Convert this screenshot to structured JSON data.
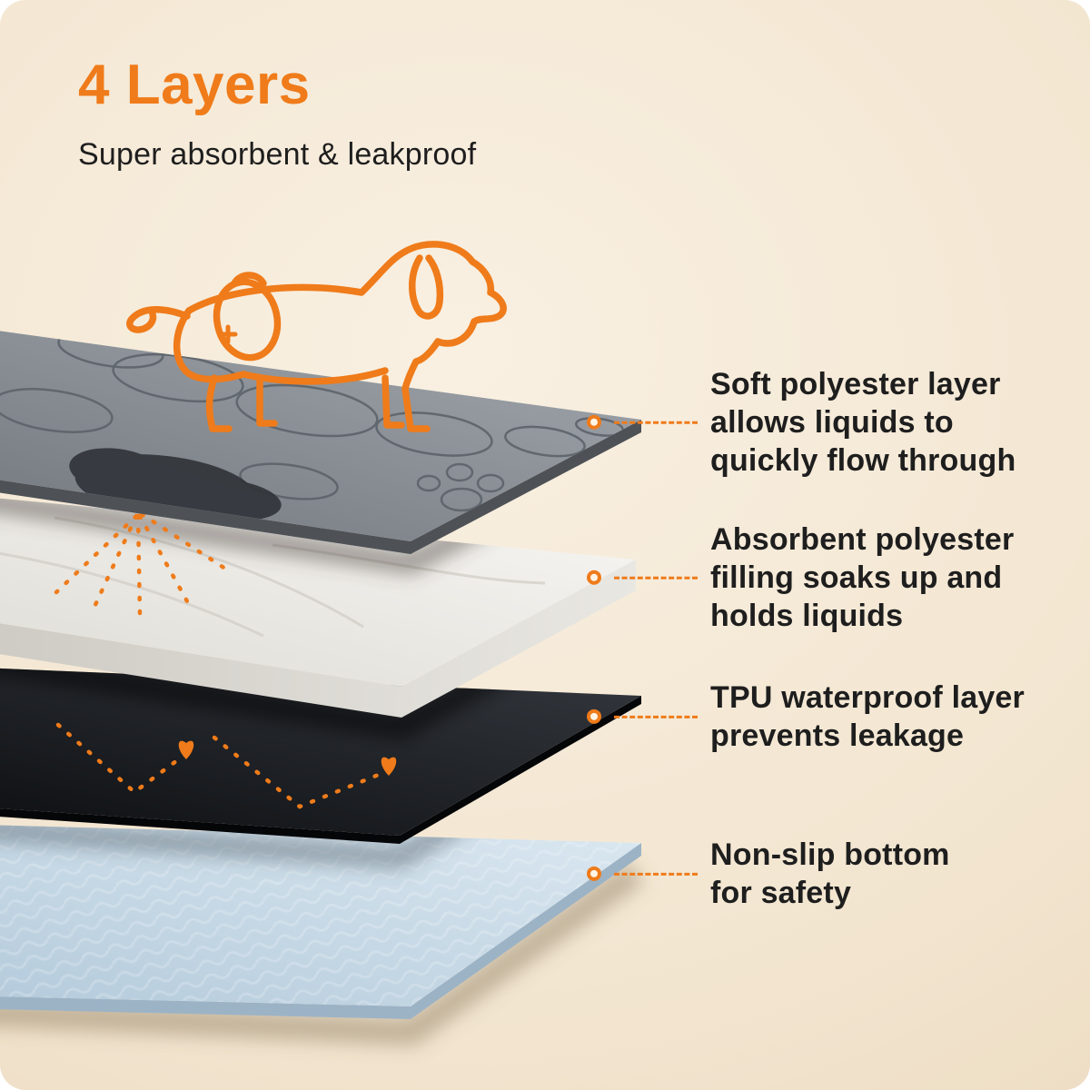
{
  "page": {
    "title": "4 Layers",
    "subtitle": "Super absorbent & leakproof"
  },
  "annotations": [
    {
      "id": "soft-polyester",
      "label": "Soft polyester layer\nallows liquids to\nquickly flow through"
    },
    {
      "id": "absorbent-filling",
      "label": "Absorbent polyester\nfilling soaks up and\nholds liquids"
    },
    {
      "id": "tpu-waterproof",
      "label": "TPU waterproof layer\nprevents leakage"
    },
    {
      "id": "non-slip-bottom",
      "label": "Non-slip bottom\nfor safety"
    }
  ],
  "layers": [
    {
      "name": "soft-polyester-top-layer",
      "color": "#8B9096"
    },
    {
      "name": "absorbent-filling-layer",
      "color": "#F0EFEB"
    },
    {
      "name": "tpu-waterproof-layer",
      "color": "#17191D"
    },
    {
      "name": "non-slip-bottom-layer",
      "color": "#C8DBE9"
    }
  ],
  "icons": [
    {
      "name": "dog-outline-icon"
    },
    {
      "name": "annotation-dot-icon"
    },
    {
      "name": "flow-through-rays"
    },
    {
      "name": "leakproof-drop-icons"
    }
  ],
  "theme": {
    "accent": "#EF7B1A",
    "text": "#1E1E1E",
    "background": "#F3E8D7"
  }
}
